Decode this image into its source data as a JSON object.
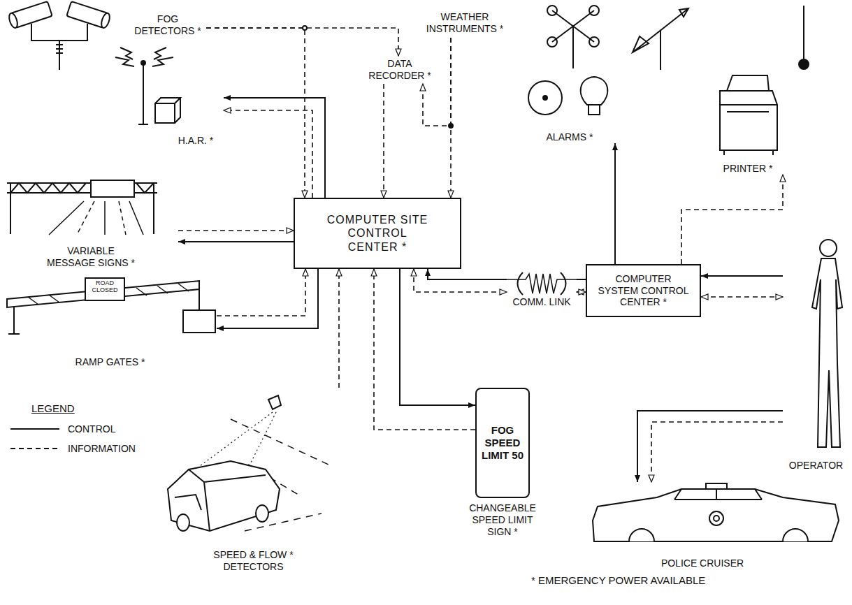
{
  "diagram": {
    "nodes": [
      {
        "text": [
          "FOG DETECTORS *"
        ]
      },
      {
        "text": [
          "DATA RECORDER *"
        ]
      },
      {
        "text": [
          "WEATHER INSTRUMENTS *"
        ]
      },
      {
        "text": [
          "H.A.R. *"
        ]
      },
      {
        "text": [
          "ALARMS *"
        ]
      },
      {
        "text": [
          "PRINTER *"
        ]
      },
      {
        "text": [
          "VARIABLE MESSAGE SIGNS *"
        ]
      },
      {
        "text": [
          "COMPUTER SITE CONTROL CENTER *"
        ]
      },
      {
        "text": [
          "COMM. LINK"
        ]
      },
      {
        "text": [
          "COMPUTER SYSTEM CONTROL CENTER *"
        ]
      },
      {
        "text": [
          "OPERATOR"
        ]
      },
      {
        "text": [
          "ROAD CLOSED",
          "RAMP GATES *"
        ]
      },
      {
        "text": [
          "FOG SPEED LIMIT 50",
          "CHANGEABLE SPEED LIMIT SIGN *"
        ]
      },
      {
        "text": [
          "POLICE CRUISER"
        ]
      },
      {
        "text": [
          "SPEED & FLOW * DETECTORS"
        ]
      }
    ],
    "edges": [
      {
        "from": 0,
        "to": 7,
        "arrow": "to"
      },
      {
        "from": 0,
        "to": 1,
        "arrow": "to"
      },
      {
        "from": 2,
        "to": 7,
        "arrow": "to"
      },
      {
        "from": 2,
        "to": 1,
        "arrow": "to"
      },
      {
        "from": 1,
        "to": 7,
        "arrow": "to"
      },
      {
        "from": 7,
        "to": 3,
        "arrow": "to"
      },
      {
        "from": 7,
        "to": 3,
        "arrow": "to"
      },
      {
        "from": 6,
        "to": 7,
        "arrow": "to"
      },
      {
        "from": 7,
        "to": 6,
        "arrow": "to"
      },
      {
        "from": 7,
        "to": 11,
        "arrow": "to"
      },
      {
        "from": 11,
        "to": 7,
        "arrow": "to"
      },
      {
        "from": 14,
        "to": 7,
        "arrow": "to"
      },
      {
        "from": 7,
        "to": 12,
        "arrow": "to"
      },
      {
        "from": 12,
        "to": 7,
        "arrow": "to"
      },
      {
        "from": 8,
        "to": 7,
        "arrow": "to"
      },
      {
        "from": 7,
        "to": 8,
        "arrow": "both"
      },
      {
        "from": 9,
        "to": 8,
        "arrow": "none"
      },
      {
        "from": 8,
        "to": 9,
        "arrow": "both"
      },
      {
        "from": 9,
        "to": 4,
        "arrow": "to"
      },
      {
        "from": 9,
        "to": 5,
        "arrow": "to"
      },
      {
        "from": 10,
        "to": 9,
        "arrow": "to"
      },
      {
        "from": 10,
        "to": 9,
        "arrow": "both"
      },
      {
        "from": 10,
        "to": 13,
        "arrow": "to"
      },
      {
        "from": 10,
        "to": 13,
        "arrow": "to"
      }
    ],
    "labels": [
      "LEGEND",
      "* EMERGENCY POWER AVAILABLE"
    ],
    "legend": [
      {
        "text": "CONTROL"
      },
      {
        "text": "INFORMATION"
      }
    ]
  }
}
